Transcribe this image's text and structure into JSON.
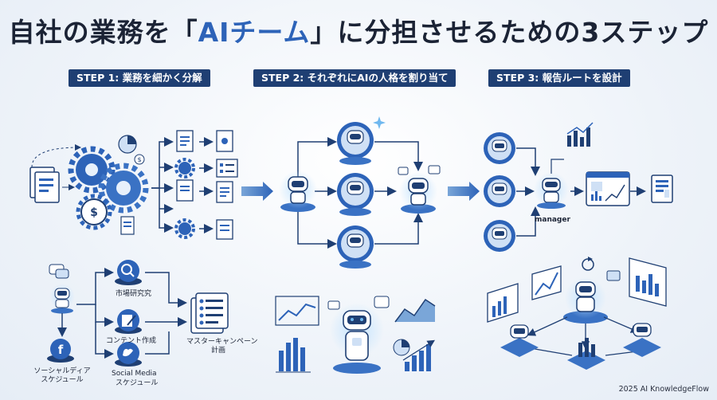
{
  "title": {
    "part1": "自社の業務を「",
    "ai": "AIチーム",
    "part2": "」に分担させるための3ステップ"
  },
  "steps": [
    {
      "label": "STEP 1: 業務を細かく分解"
    },
    {
      "label": "STEP 2: それぞれにAIの人格を割り当て"
    },
    {
      "label": "STEP 3: 報告ルートを設計"
    }
  ],
  "step1_detail": {
    "market_research": "市場研究究",
    "content": "コンテント作成",
    "social_media": "Social Media",
    "schedule": "スケジュール",
    "master_line1": "マスターキャンペーン",
    "master_line2": "計画",
    "social_sched_line1": "ソーシャルディア",
    "social_sched_line2": "スケジュール"
  },
  "step3": {
    "manager_label": "manager"
  },
  "credit": "2025 AI KnowledgeFlow",
  "colors": {
    "accent": "#2d63b8",
    "navy": "#1f3f73",
    "light_blue": "#cfe0f5"
  }
}
